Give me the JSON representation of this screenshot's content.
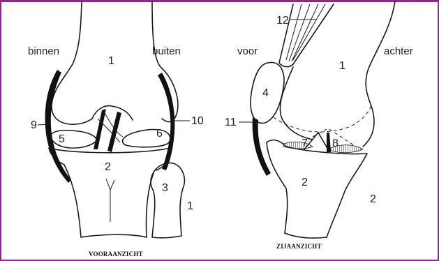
{
  "front_view": {
    "caption": "VOORAANZICHT",
    "label_inside": "binnen",
    "label_outside": "buiten",
    "numbers": {
      "femur": "1",
      "tibia": "2",
      "fibula": "3",
      "meniscus_medial": "5",
      "meniscus_lateral": "6",
      "ligament_medial": "9",
      "ligament_lateral": "10",
      "stray": "1"
    }
  },
  "side_view": {
    "caption": "ZIJAANZICHT",
    "label_front": "voor",
    "label_back": "achter",
    "numbers": {
      "femur": "1",
      "tibia": "2",
      "patella": "4",
      "cruciate_front": "7",
      "cruciate_back": "8",
      "patellar_tendon": "11",
      "quadriceps_tendon": "12",
      "stray": "2"
    }
  },
  "colors": {
    "frame": "#8a2a8a",
    "ink": "#1a1a1a"
  }
}
